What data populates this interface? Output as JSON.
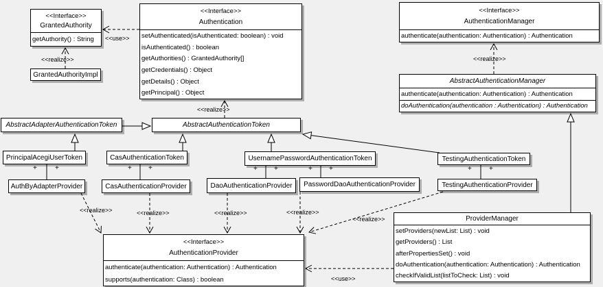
{
  "labels": {
    "realize": "<<realize>>",
    "use": "<<use>>",
    "plus": "+",
    "interface_stereotype": "<<Interface>>"
  },
  "colors": {
    "background": "#f0f0f0",
    "box_fill": "#ffffff",
    "line": "#000000",
    "shadow": "#b0b0b0"
  },
  "classes": {
    "granted_authority": {
      "stereotype": "<<Interface>>",
      "name": "GrantedAuthority",
      "methods": [
        "getAuthority() : String"
      ]
    },
    "granted_authority_impl": {
      "name": "GrantedAuthorityImpl"
    },
    "authentication": {
      "stereotype": "<<Interface>>",
      "name": "Authentication",
      "methods": [
        "setAuthenticated(isAuthenticated: boolean) : void",
        "isAuthenticated() : boolean",
        "getAuthorities() : GrantedAuthority[]",
        "getCredentials() : Object",
        "getDetails() : Object",
        "getPrincipal() : Object"
      ]
    },
    "authentication_manager": {
      "stereotype": "<<Interface>>",
      "name": "AuthenticationManager",
      "methods": [
        "authenticate(authentication: Authentication) : Authentication"
      ]
    },
    "abstract_authentication_manager": {
      "name": "AbstractAuthenticationManager",
      "methods": [
        "authenticate(authentication: Authentication) : Authentication",
        "doAuthentication(authentication : Authentication) : Authentication"
      ]
    },
    "abstract_adapter_authentication_token": {
      "name": "AbstractAdapterAuthenticationToken"
    },
    "abstract_authentication_token": {
      "name": "AbstractAuthenticationToken"
    },
    "principal_acegi_user_token": {
      "name": "PrincipalAcegiUserToken"
    },
    "auth_by_adapter_provider": {
      "name": "AuthByAdapterProvider"
    },
    "cas_authentication_token": {
      "name": "CasAuthenticationToken"
    },
    "cas_authentication_provider": {
      "name": "CasAuthenticationProvider"
    },
    "username_password_authentication_token": {
      "name": "UsernamePasswordAuthenticationToken"
    },
    "dao_authentication_provider": {
      "name": "DaoAuthenticationProvider"
    },
    "password_dao_authentication_provider": {
      "name": "PasswordDaoAuthenticationProvider"
    },
    "testing_authentication_token": {
      "name": "TestingAuthenticationToken"
    },
    "testing_authentication_provider": {
      "name": "TestingAuthenticationProvider"
    },
    "authentication_provider": {
      "stereotype": "<<Interface>>",
      "name": "AuthenticationProvider",
      "methods": [
        "authenticate(authentication: Authentication) : Authentication",
        "supports(authentication: Class) : boolean"
      ]
    },
    "provider_manager": {
      "name": "ProviderManager",
      "methods": [
        "setProviders(newList: List) : void",
        "getProviders() : List",
        "afterPropertiesSet() : void",
        "doAuthentication(authentication: Authentication) : Authentication",
        "checkIfValidList(listToCheck: List) : void"
      ]
    }
  }
}
